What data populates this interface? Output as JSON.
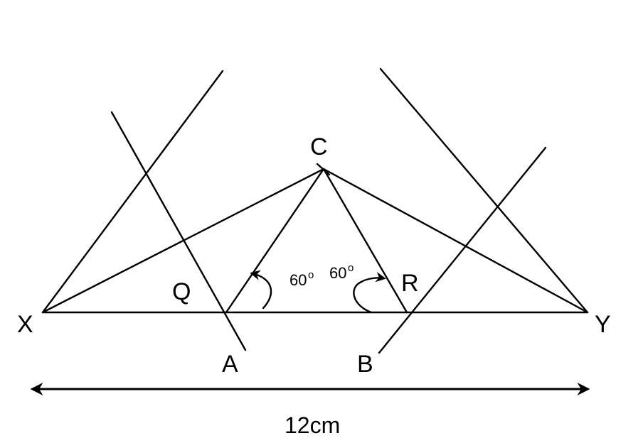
{
  "diagram": {
    "points": {
      "X": "X",
      "Y": "Y",
      "C": "C",
      "A": "A",
      "B": "B",
      "Q": "Q",
      "R": "R"
    },
    "angles": [
      {
        "value": "60",
        "unit": "o"
      },
      {
        "value": "60",
        "unit": "o"
      }
    ],
    "length_label": "12cm",
    "colors": {
      "stroke": "#000000",
      "background": "#ffffff"
    }
  }
}
